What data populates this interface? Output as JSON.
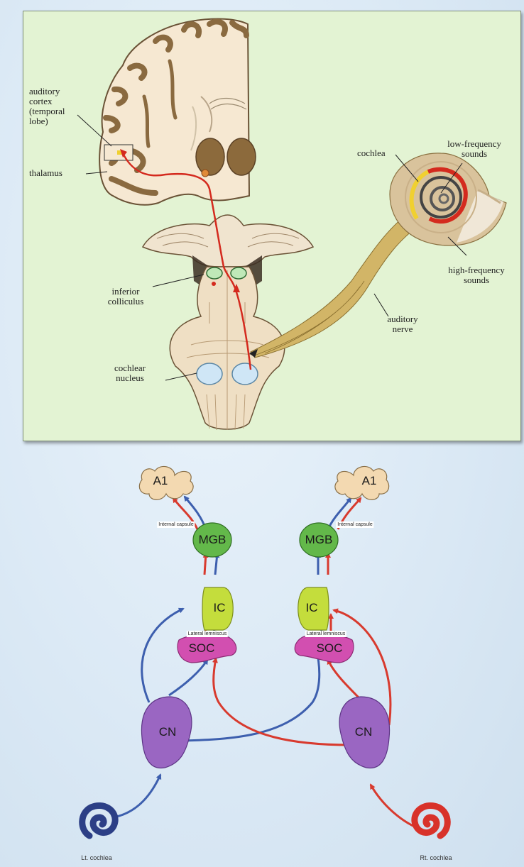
{
  "top_panel": {
    "labels": {
      "auditory_cortex": [
        "auditory",
        "cortex",
        "(temporal",
        "lobe)"
      ],
      "thalamus": "thalamus",
      "inferior_colliculus": [
        "inferior",
        "colliculus"
      ],
      "cochlear_nucleus": [
        "cochlear",
        "nucleus"
      ],
      "cochlea": "cochlea",
      "low_frequency": [
        "low-frequency",
        "sounds"
      ],
      "high_frequency": [
        "high-frequency",
        "sounds"
      ],
      "auditory_nerve": [
        "auditory",
        "nerve"
      ]
    },
    "colors": {
      "background": "#e3f3d3",
      "pathway": "#d42a1e",
      "colliculus": "#bfe8b8",
      "nucleus": "#cfe6f6",
      "nerve": "#c8a84c",
      "high_freq_band": "#f0d030"
    }
  },
  "bottom_diagram": {
    "nodes": {
      "a1_left": "A1",
      "a1_right": "A1",
      "mgb_left": "MGB",
      "mgb_right": "MGB",
      "ic_left": "IC",
      "ic_right": "IC",
      "soc_left": "SOC",
      "soc_right": "SOC",
      "cn_left": "CN",
      "cn_right": "CN"
    },
    "tract_labels": {
      "internal_capsule_left": "Internal capsule",
      "internal_capsule_right": "Internal capsule",
      "lateral_lemniscus_left": "Lateral lemniscus",
      "lateral_lemniscus_right": "Lateral lemniscus"
    },
    "cochlea_labels": {
      "left": "Lt. cochlea",
      "right": "Rt. cochlea"
    },
    "colors": {
      "a1": "#f3d9b1",
      "mgb": "#63b84a",
      "ic": "#c4dd3c",
      "soc": "#d24fb0",
      "cn": "#9a66c2",
      "left_pathway": "#3d5fae",
      "right_pathway": "#d83a2e",
      "left_cochlea": "#2c3f86",
      "right_cochlea": "#d8322a"
    }
  }
}
